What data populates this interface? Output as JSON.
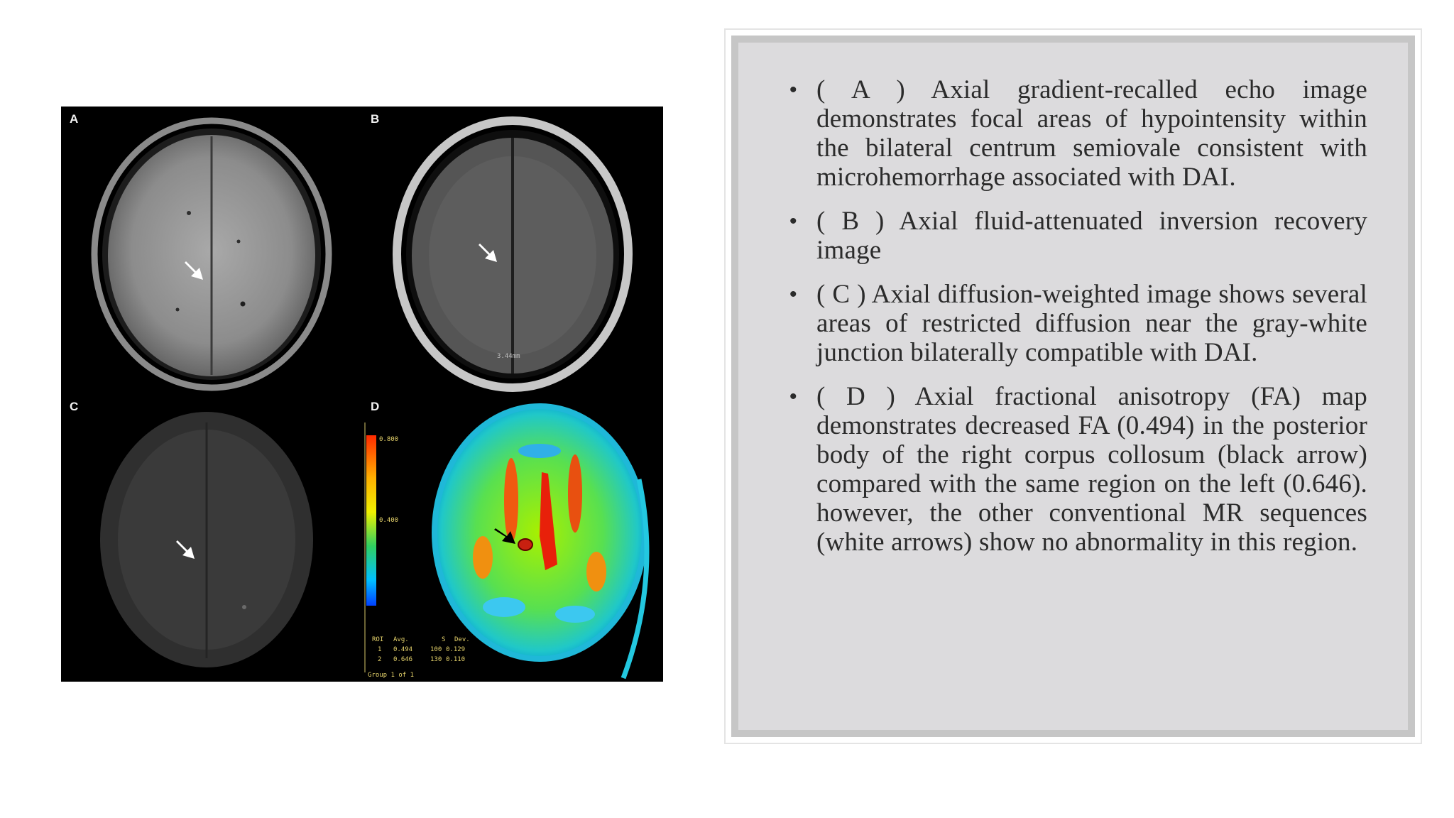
{
  "figure": {
    "panels": [
      {
        "letter": "A",
        "scale_text": ""
      },
      {
        "letter": "B",
        "scale_text": "3.44mm"
      },
      {
        "letter": "C",
        "scale_text": ""
      },
      {
        "letter": "D",
        "scale_text": ""
      }
    ],
    "colorbar": {
      "top_label": "0.800",
      "mid_label": "0.400"
    },
    "stats_table": {
      "header": [
        "ROI",
        "Avg.",
        "S",
        "Dev."
      ],
      "rows": [
        [
          "1",
          "0.494",
          "100",
          "0.129"
        ],
        [
          "2",
          "0.646",
          "130",
          "0.110"
        ]
      ],
      "footer": "Group 1 of 1"
    }
  },
  "text_box": {
    "items": [
      {
        "bullet": "•",
        "text": "( A ) Axial gradient-recalled echo image demonstrates focal areas of hypointensity within the bilateral centrum semiovale consistent with microhemorrhage associated with DAI."
      },
      {
        "bullet": "•",
        "text": "( B ) Axial fluid-attenuated inversion recovery image"
      },
      {
        "bullet": "•",
        "text": "( C ) Axial diffusion-weighted image shows several areas of restricted diffusion near the gray-white junction bilaterally compatible with DAI."
      },
      {
        "bullet": "•",
        "text": "( D ) Axial fractional anisotropy (FA) map demonstrates decreased FA (0.494) in the posterior body of the right corpus collosum (black arrow) compared with the same region on the left (0.646). however, the other conventional MR sequences (white arrows) show no abnormality in this region."
      }
    ]
  }
}
